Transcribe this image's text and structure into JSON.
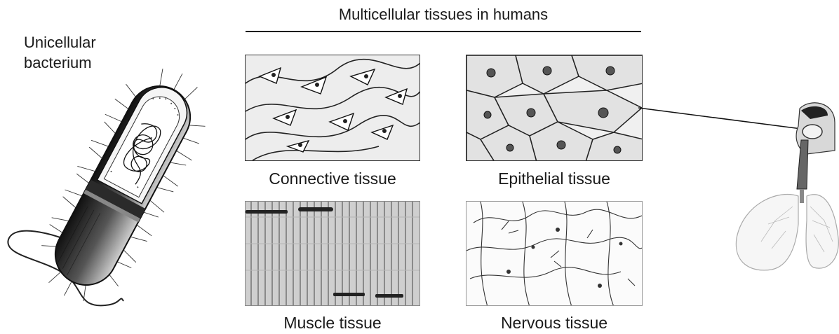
{
  "title": "Multicellular tissues in humans",
  "bacterium_label": "Unicellular\nbacterium",
  "tissues": [
    {
      "label": "Connective tissue"
    },
    {
      "label": "Epithelial tissue"
    },
    {
      "label": "Muscle tissue"
    },
    {
      "label": "Nervous tissue"
    }
  ]
}
